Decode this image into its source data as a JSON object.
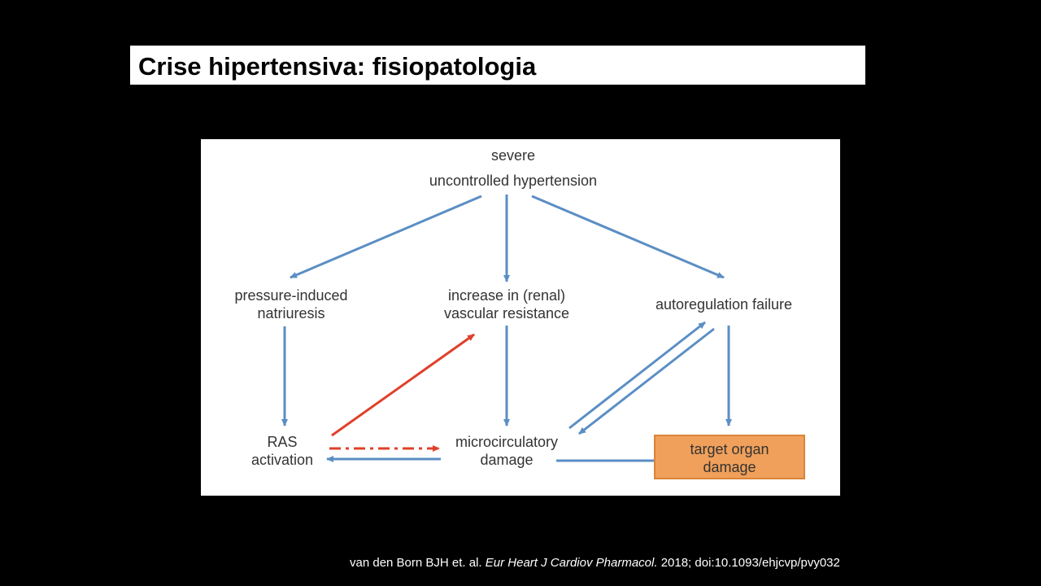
{
  "slide": {
    "title": "Crise hipertensiva: fisiopatologia"
  },
  "diagram": {
    "nodes": {
      "top": {
        "line1": "severe",
        "line2": "uncontrolled hypertension"
      },
      "natriuresis": {
        "line1": "pressure-induced",
        "line2": "natriuresis"
      },
      "resistance": {
        "line1": "increase in (renal)",
        "line2": "vascular resistance"
      },
      "autoregulation": {
        "line1": "autoregulation failure"
      },
      "ras": {
        "line1": "RAS",
        "line2": "activation"
      },
      "microcirculatory": {
        "line1": "microcirculatory",
        "line2": "damage"
      },
      "target": {
        "line1": "target organ",
        "line2": "damage"
      }
    },
    "colors": {
      "blue_arrow": "#5b8ec4",
      "red_arrow": "#e0402a",
      "target_fill": "#f0a05a"
    }
  },
  "citation": {
    "authors": "van den Born BJH et. al.",
    "journal": "Eur Heart J Cardiov Pharmacol.",
    "details": "2018; doi:10.1093/ehjcvp/pvy032"
  }
}
